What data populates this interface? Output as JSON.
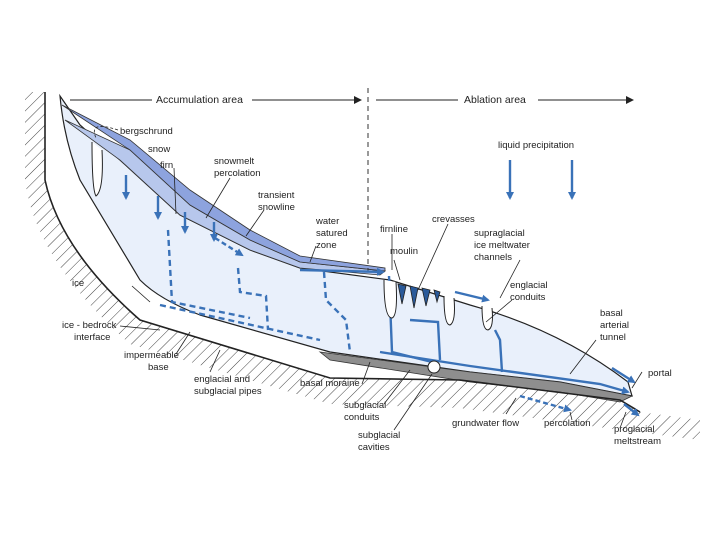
{
  "header": {
    "accumulation": "Accumulation area",
    "ablation": "Ablation area"
  },
  "labels": {
    "bergschrund": "bergschrund",
    "snow": "snow",
    "firn": "firn",
    "snowmelt_1": "snowmelt",
    "snowmelt_2": "percolation",
    "transient_1": "transient",
    "transient_2": "snowline",
    "water_1": "water",
    "water_2": "satured",
    "water_3": "zone",
    "firnline": "firnline",
    "crevasses": "crevasses",
    "moulin": "moulin",
    "supra_1": "supraglacial",
    "supra_2": "ice meltwater",
    "supra_3": "channels",
    "liquid": "liquid  precipitation",
    "englacial_1": "englacial",
    "englacial_2": "conduits",
    "basal_1": "basal",
    "basal_2": "arterial",
    "basal_3": "tunnel",
    "portal": "portal",
    "ice": "ice",
    "bedrock_1": "ice - bedrock",
    "bedrock_2": "interface",
    "impermeable_1": "impermeable",
    "impermeable_2": "base",
    "pipes_1": "englacial and",
    "pipes_2": "subglacial pipes",
    "moraine": "basal moraine",
    "subconduits_1": "subglacial",
    "subconduits_2": "conduits",
    "cavities_1": "subglacial",
    "cavities_2": "cavities",
    "groundwater": "grundwater flow",
    "percolation": "percolation",
    "melt_1": "proglacial",
    "melt_2": "meltstream"
  },
  "colors": {
    "water": "#3a72b8",
    "ice": "#e9f0fb",
    "firn": "#b7c7ec",
    "snow": "#8da3de",
    "moraine": "#8e8e8e",
    "outline": "#222222"
  }
}
